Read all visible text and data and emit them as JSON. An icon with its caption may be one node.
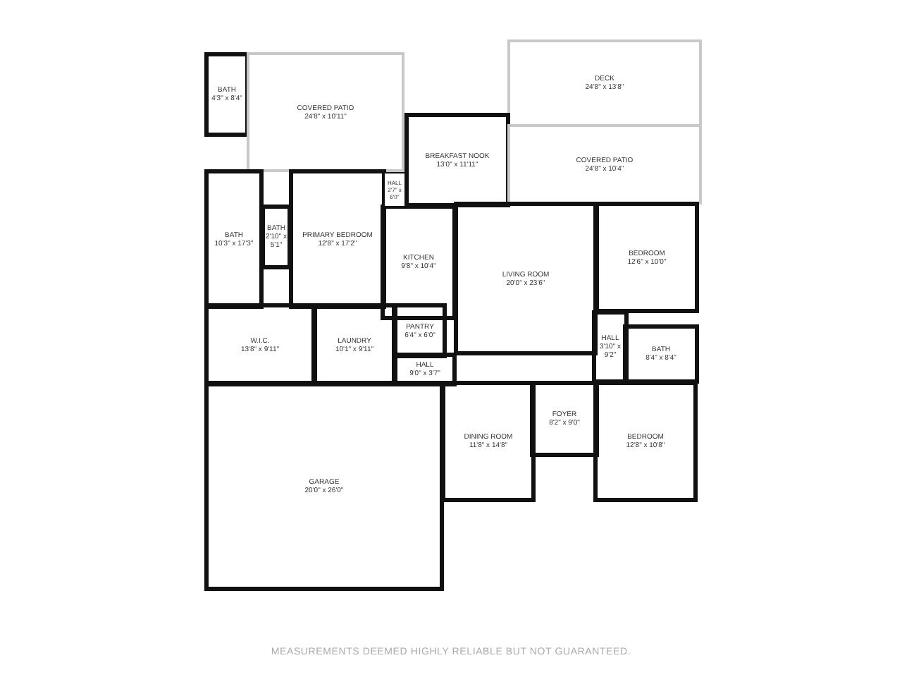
{
  "diagram": {
    "nodes": [
      {
        "text": [
          "BATH",
          "4'3\" x 8'4\""
        ]
      },
      {
        "text": [
          "COVERED PATIO",
          "24'8\" x 10'11\""
        ]
      },
      {
        "text": [
          "DECK",
          "24'8\" x 13'8\""
        ]
      },
      {
        "text": [
          "BREAKFAST NOOK",
          "13'0\" x 11'11\""
        ]
      },
      {
        "text": [
          "COVERED PATIO",
          "24'8\" x 10'4\""
        ]
      },
      {
        "text": [
          "HALL",
          "2'7\" x 6'0\""
        ]
      },
      {
        "text": [
          "BATH",
          "10'3\" x 17'3\""
        ]
      },
      {
        "text": [
          "BATH",
          "2'10\" x 5'1\""
        ]
      },
      {
        "text": [
          "PRIMARY BEDROOM",
          "12'8\" x 17'2\""
        ]
      },
      {
        "text": [
          "KITCHEN",
          "9'8\" x 10'4\""
        ]
      },
      {
        "text": [
          "LIVING ROOM",
          "20'0\" x 23'6\""
        ]
      },
      {
        "text": [
          "BEDROOM",
          "12'6\" x 10'0\""
        ]
      },
      {
        "text": [
          "W.I.C.",
          "13'8\" x 9'11\""
        ]
      },
      {
        "text": [
          "LAUNDRY",
          "10'1\" x 9'11\""
        ]
      },
      {
        "text": [
          "PANTRY",
          "6'4\" x 6'0\""
        ]
      },
      {
        "text": [
          "HALL",
          "9'0\" x 3'7\""
        ]
      },
      {
        "text": [
          "HALL",
          "3'10\" x 9'2\""
        ]
      },
      {
        "text": [
          "BATH",
          "8'4\" x 8'4\""
        ]
      },
      {
        "text": [
          "DINING ROOM",
          "11'8\" x 14'8\""
        ]
      },
      {
        "text": [
          "FOYER",
          "8'2\" x 9'0\""
        ]
      },
      {
        "text": [
          "BEDROOM",
          "12'8\" x 10'8\""
        ]
      },
      {
        "text": [
          "GARAGE",
          "20'0\" x 26'0\""
        ]
      }
    ],
    "labels": [
      "MEASUREMENTS DEEMED HIGHLY RELIABLE BUT NOT GUARANTEED."
    ]
  }
}
